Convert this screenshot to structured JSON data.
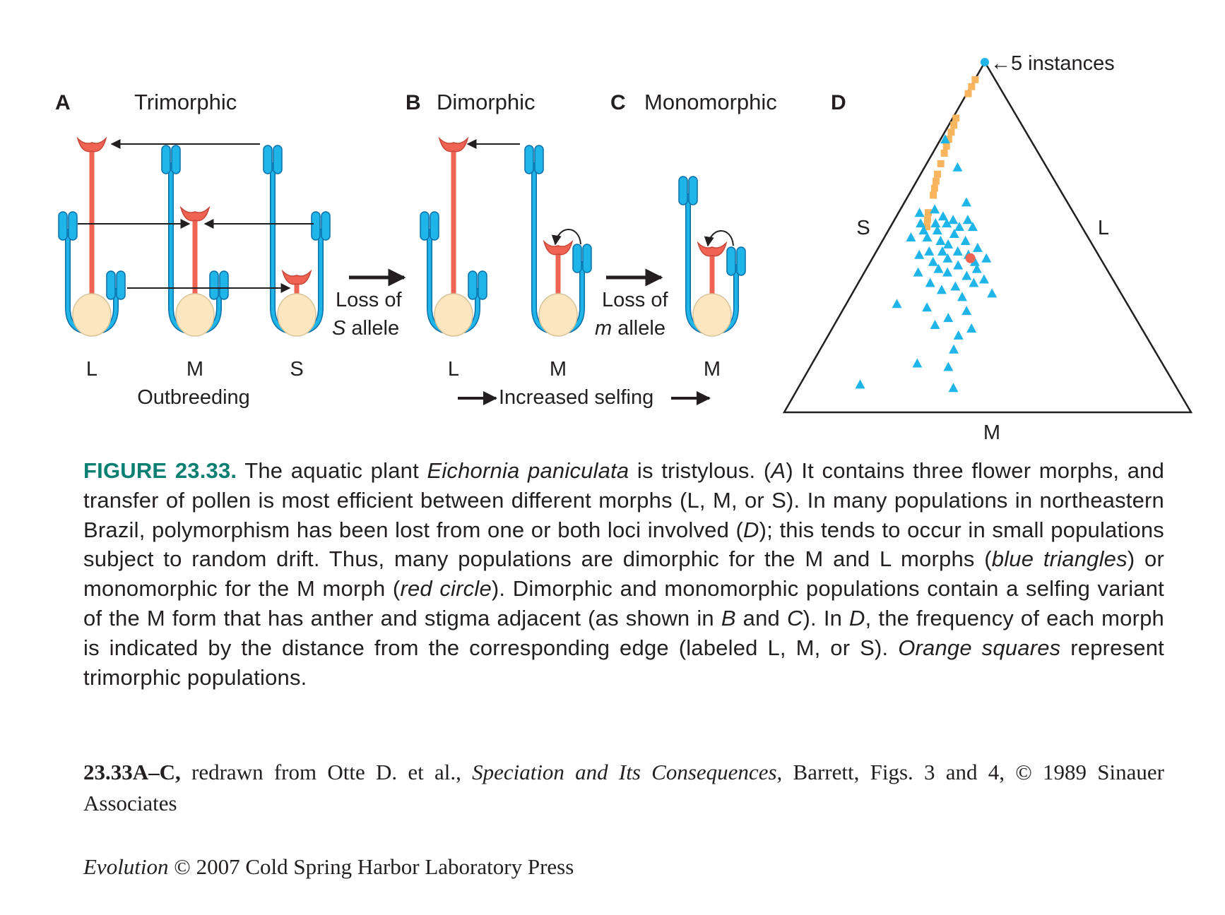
{
  "panels": {
    "a": {
      "letter": "A",
      "title": "Trimorphic",
      "morph_labels": [
        "L",
        "M",
        "S"
      ],
      "footer": "Outbreeding"
    },
    "b": {
      "letter": "B",
      "title": "Dimorphic",
      "morph_labels": [
        "L",
        "M"
      ]
    },
    "c": {
      "letter": "C",
      "title": "Monomorphic",
      "morph_labels": [
        "M"
      ]
    },
    "d": {
      "letter": "D",
      "edge_labels": {
        "s": "S",
        "l": "L",
        "m": "M"
      },
      "annotation": "←5 instances"
    }
  },
  "transitions": {
    "loss_s": {
      "line1": "Loss of",
      "allele": "S",
      "line2_rest": " allele"
    },
    "loss_m": {
      "line1": "Loss of",
      "allele": "m",
      "line2_rest": " allele"
    },
    "selfing": "Increased selfing"
  },
  "colors": {
    "stamen": "#1fb5e8",
    "stamen_outline": "#0a6fa8",
    "style": "#ef6352",
    "ovary": "#fbe6bf",
    "trimorphic_marker": "#f8b55d",
    "dimorphic_marker": "#1fb5e8",
    "monomorphic_marker": "#ef6352"
  },
  "chart_data": {
    "type": "ternary-scatter",
    "axes": [
      "S",
      "L",
      "M"
    ],
    "series": [
      {
        "marker": "square",
        "color": "#f8b55d",
        "points": [
          [
            0.95,
            0.02
          ],
          [
            0.93,
            0.03
          ],
          [
            0.91,
            0.04
          ],
          [
            0.84,
            0.05
          ],
          [
            0.82,
            0.07
          ],
          [
            0.8,
            0.08
          ],
          [
            0.78,
            0.09
          ],
          [
            0.76,
            0.1
          ],
          [
            0.74,
            0.11
          ],
          [
            0.71,
            0.12
          ],
          [
            0.68,
            0.13
          ],
          [
            0.66,
            0.14
          ],
          [
            0.64,
            0.15
          ],
          [
            0.62,
            0.16
          ],
          [
            0.57,
            0.17
          ],
          [
            0.55,
            0.18
          ],
          [
            0.53,
            0.19
          ]
        ]
      },
      {
        "marker": "triangle",
        "color": "#1fb5e8",
        "points": [
          [
            0.78,
            0.05
          ],
          [
            0.7,
            0.27
          ],
          [
            0.57,
            0.12
          ],
          [
            0.6,
            0.38
          ],
          [
            0.58,
            0.2
          ],
          [
            0.56,
            0.26
          ],
          [
            0.55,
            0.32
          ],
          [
            0.55,
            0.4
          ],
          [
            0.54,
            0.15
          ],
          [
            0.54,
            0.23
          ],
          [
            0.54,
            0.29
          ],
          [
            0.53,
            0.36
          ],
          [
            0.53,
            0.43
          ],
          [
            0.52,
            0.18
          ],
          [
            0.52,
            0.25
          ],
          [
            0.51,
            0.34
          ],
          [
            0.5,
            0.13
          ],
          [
            0.5,
            0.21
          ],
          [
            0.49,
            0.28
          ],
          [
            0.49,
            0.4
          ],
          [
            0.48,
            0.32
          ],
          [
            0.47,
            0.46
          ],
          [
            0.46,
            0.24
          ],
          [
            0.46,
            0.3
          ],
          [
            0.46,
            0.37
          ],
          [
            0.45,
            0.42
          ],
          [
            0.45,
            0.2
          ],
          [
            0.44,
            0.33
          ],
          [
            0.44,
            0.5
          ],
          [
            0.43,
            0.27
          ],
          [
            0.43,
            0.45
          ],
          [
            0.42,
            0.38
          ],
          [
            0.41,
            0.3
          ],
          [
            0.41,
            0.46
          ],
          [
            0.4,
            0.22
          ],
          [
            0.4,
            0.34
          ],
          [
            0.39,
            0.42
          ],
          [
            0.38,
            0.49
          ],
          [
            0.37,
            0.28
          ],
          [
            0.37,
            0.45
          ],
          [
            0.36,
            0.38
          ],
          [
            0.35,
            0.33
          ],
          [
            0.34,
            0.52
          ],
          [
            0.33,
            0.41
          ],
          [
            0.31,
            0.18
          ],
          [
            0.3,
            0.29
          ],
          [
            0.29,
            0.43
          ],
          [
            0.27,
            0.37
          ],
          [
            0.25,
            0.33
          ],
          [
            0.24,
            0.45
          ],
          [
            0.22,
            0.41
          ],
          [
            0.18,
            0.4
          ],
          [
            0.14,
            0.3
          ],
          [
            0.13,
            0.39
          ],
          [
            0.08,
            0.16
          ],
          [
            0.07,
            0.41
          ]
        ]
      },
      {
        "marker": "circle",
        "color": "#ef6352",
        "points": [
          [
            0.44,
            0.43
          ]
        ]
      }
    ]
  },
  "caption": {
    "label": "FIGURE 23.33.",
    "s1": " The aquatic plant ",
    "i1": "Eichornia paniculata",
    "s2": " is tristylous. (",
    "i2": "A",
    "s3": ") It contains three flower morphs, and transfer of pollen is most efficient between different morphs (L, M, or S). In many populations in northeastern Brazil, polymorphism has been lost from one or both loci involved (",
    "i3": "D",
    "s4": "); this tends to occur in small populations subject to random drift. Thus, many populations are dimorphic for the M and L morphs (",
    "i4": "blue triangles",
    "s5": ") or monomorphic for the M morph (",
    "i5": "red circle",
    "s6": "). Dimorphic and monomorphic populations contain a selfing variant of the M form that has anther and stigma adjacent (as shown in ",
    "i6": "B",
    "s7": " and ",
    "i7": "C",
    "s8": "). In ",
    "i8": "D",
    "s9": ", the frequency of each morph is indicated by the distance from the corresponding edge (labeled L, M, or S). ",
    "i9": "Orange squares",
    "s10": " represent trimorphic populations."
  },
  "credit": {
    "bold": "23.33A–C,",
    "s1": " redrawn from Otte D. et al., ",
    "i1": "Speciation and Its Consequences",
    "s2": ", Barrett, Figs. 3 and 4, © 1989 Sinauer Associates"
  },
  "copyright": {
    "i1": "Evolution",
    "s1": " © 2007 Cold Spring Harbor Laboratory Press"
  }
}
